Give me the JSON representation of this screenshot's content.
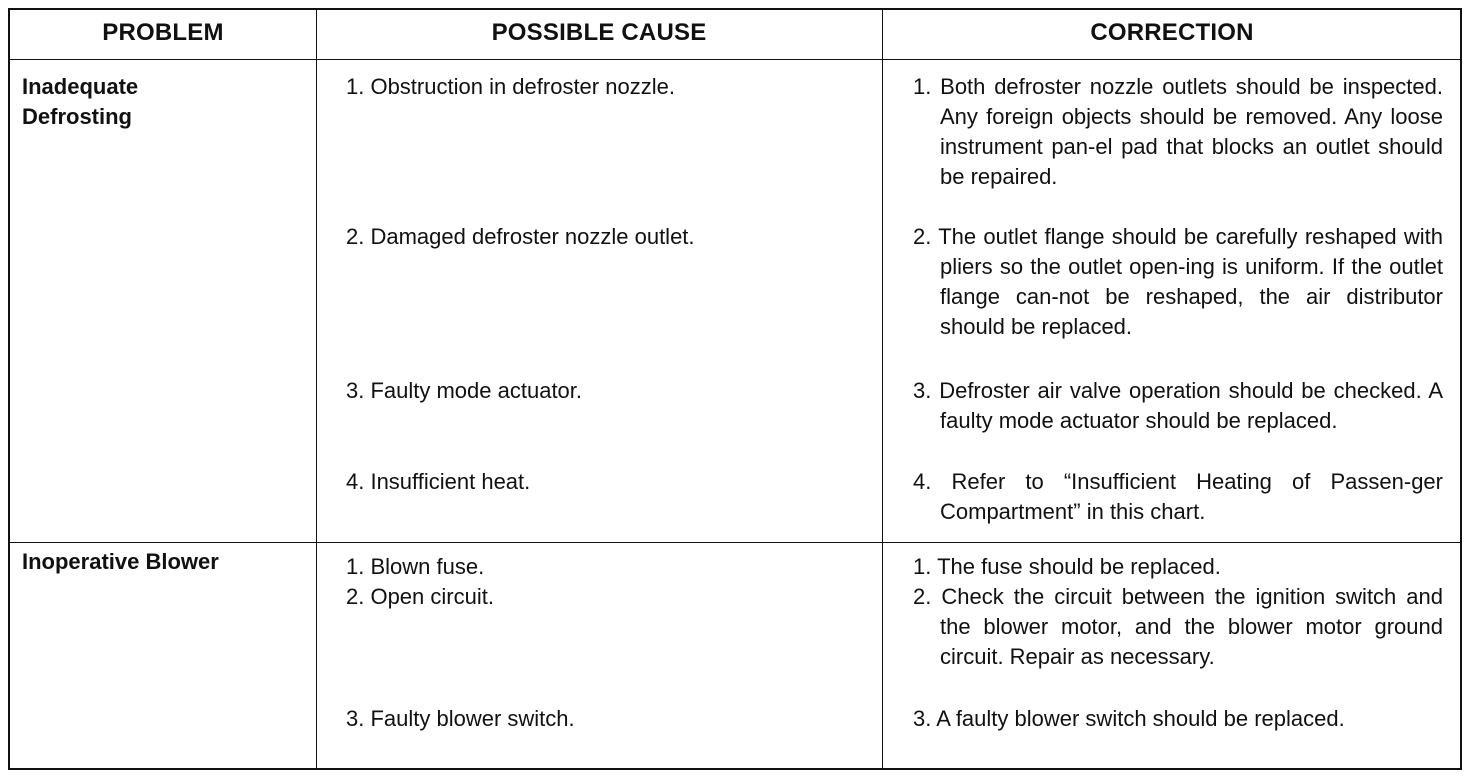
{
  "headers": {
    "problem": "PROBLEM",
    "cause": "POSSIBLE CAUSE",
    "correction": "CORRECTION"
  },
  "rows": [
    {
      "problem": "Inadequate Defrosting",
      "causes": [
        "1. Obstruction in defroster nozzle.",
        "2. Damaged defroster nozzle outlet.",
        "3. Faulty mode actuator.",
        "4. Insufficient heat."
      ],
      "corrections": [
        "1. Both defroster nozzle outlets should be inspected. Any foreign objects should be removed. Any loose instrument pan-el pad that blocks an outlet should be repaired.",
        "2. The outlet flange should be carefully reshaped with pliers so the outlet open-ing is uniform. If the outlet flange can-not be reshaped, the air distributor should be replaced.",
        "3. Defroster air valve operation should be checked. A faulty mode actuator should be replaced.",
        "4. Refer to “Insufficient Heating of Passen-ger Compartment” in this chart."
      ]
    },
    {
      "problem": "Inoperative Blower",
      "causes": [
        "1. Blown fuse.",
        "2. Open circuit.",
        "3. Faulty blower switch."
      ],
      "corrections": [
        "1. The fuse should be replaced.",
        "2. Check the circuit between the ignition switch and the blower motor, and the blower motor ground circuit. Repair as necessary.",
        "3. A faulty blower switch should be replaced."
      ]
    }
  ]
}
